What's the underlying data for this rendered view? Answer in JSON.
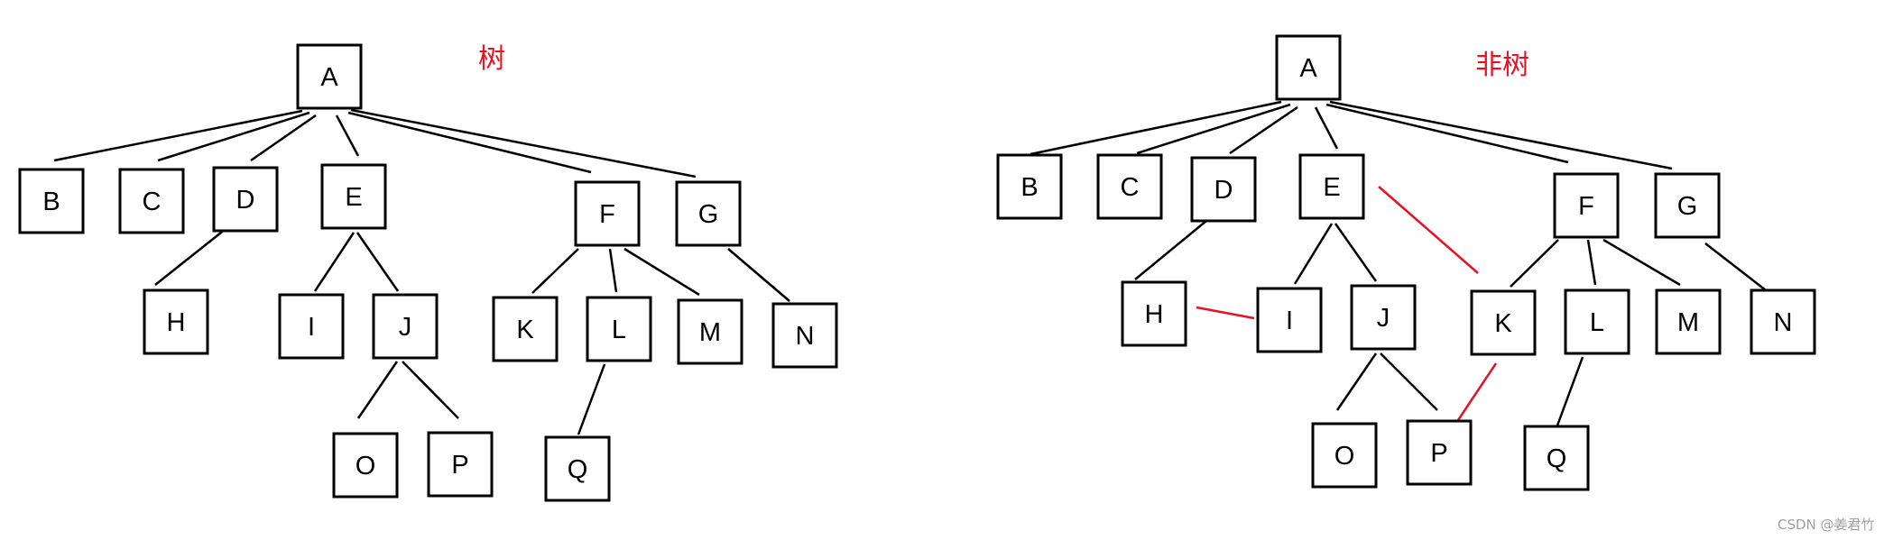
{
  "colors": {
    "accent_red": "#e81123",
    "stroke": "#000000",
    "watermark": "#a0a0a0"
  },
  "watermark": "CSDN @姜君竹",
  "diagrams": [
    {
      "id": "tree",
      "title": "树",
      "nodes": [
        "A",
        "B",
        "C",
        "D",
        "E",
        "F",
        "G",
        "H",
        "I",
        "J",
        "K",
        "L",
        "M",
        "N",
        "O",
        "P",
        "Q"
      ],
      "edges": [
        [
          "A",
          "B"
        ],
        [
          "A",
          "C"
        ],
        [
          "A",
          "D"
        ],
        [
          "A",
          "E"
        ],
        [
          "A",
          "F"
        ],
        [
          "A",
          "G"
        ],
        [
          "D",
          "H"
        ],
        [
          "E",
          "I"
        ],
        [
          "E",
          "J"
        ],
        [
          "J",
          "O"
        ],
        [
          "J",
          "P"
        ],
        [
          "F",
          "K"
        ],
        [
          "F",
          "L"
        ],
        [
          "F",
          "M"
        ],
        [
          "L",
          "Q"
        ],
        [
          "G",
          "N"
        ]
      ],
      "extra_edges": []
    },
    {
      "id": "non-tree",
      "title": "非树",
      "nodes": [
        "A",
        "B",
        "C",
        "D",
        "E",
        "F",
        "G",
        "H",
        "I",
        "J",
        "K",
        "L",
        "M",
        "N",
        "O",
        "P",
        "Q"
      ],
      "edges": [
        [
          "A",
          "B"
        ],
        [
          "A",
          "C"
        ],
        [
          "A",
          "D"
        ],
        [
          "A",
          "E"
        ],
        [
          "A",
          "F"
        ],
        [
          "A",
          "G"
        ],
        [
          "D",
          "H"
        ],
        [
          "E",
          "I"
        ],
        [
          "E",
          "J"
        ],
        [
          "J",
          "O"
        ],
        [
          "J",
          "P"
        ],
        [
          "F",
          "K"
        ],
        [
          "F",
          "L"
        ],
        [
          "F",
          "M"
        ],
        [
          "L",
          "Q"
        ],
        [
          "G",
          "N"
        ]
      ],
      "extra_edges": [
        [
          "H",
          "I"
        ],
        [
          "E",
          "K"
        ],
        [
          "K",
          "P"
        ]
      ]
    }
  ]
}
